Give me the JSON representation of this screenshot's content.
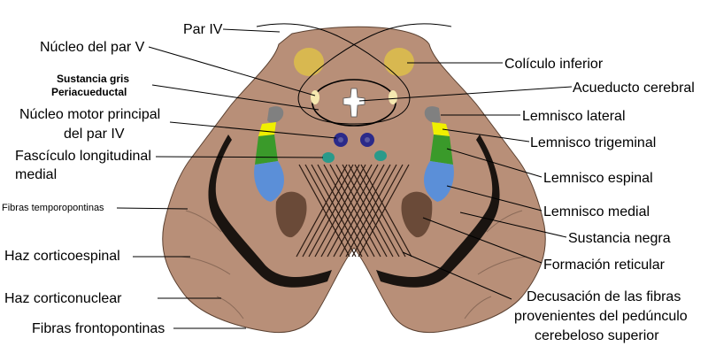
{
  "labels": {
    "par_iv": "Par IV",
    "nucleo_par_v": "Núcleo del par V",
    "sustancia_gris_1": "Sustancia gris",
    "sustancia_gris_2": "Periacueductal",
    "nucleo_motor_1": "Núcleo motor principal",
    "nucleo_motor_2": "del par IV",
    "fasciculo_1": "Fascículo longitudinal",
    "fasciculo_2": "medial",
    "fibras_temporopontinas": "Fibras temporopontinas",
    "haz_corticoespinal": "Haz corticoespinal",
    "haz_corticonuclear": "Haz corticonuclear",
    "fibras_frontopontinas": "Fibras frontopontinas",
    "coliculo_inferior": "Colículo inferior",
    "acueducto_cerebral": "Acueducto cerebral",
    "lemnisco_lateral": "Lemnisco lateral",
    "lemnisco_trigeminal": "Lemnisco trigeminal",
    "lemnisco_espinal": "Lemnisco espinal",
    "lemnisco_medial": "Lemnisco medial",
    "sustancia_negra": "Sustancia negra",
    "formacion_reticular": "Formación reticular",
    "decusacion_1": "Decusación de las fibras",
    "decusacion_2": "provenientes del pedúnculo",
    "decusacion_3": "cerebeloso superior"
  },
  "colors": {
    "tissue": "#b88f78",
    "tissue_stroke": "#5a4030",
    "colliculus": "#d8b850",
    "gray_lemniscus": "#808080",
    "trigeminal": "#f0f000",
    "spinal": "#3a9a2a",
    "medial_lemniscus": "#5b8fd8",
    "motor_nucleus": "#2a2a8a",
    "mlf": "#2a9a8a",
    "substantia_nigra": "#1a1410"
  }
}
